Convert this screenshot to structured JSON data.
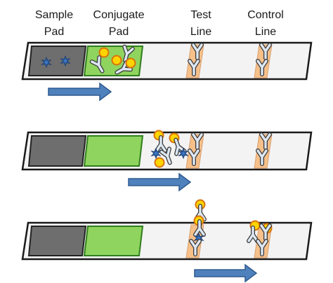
{
  "labels": {
    "sample_pad": [
      "Sample",
      "Pad"
    ],
    "conjugate_pad": [
      "Conjugate",
      "Pad"
    ],
    "test_line": [
      "Test",
      "Line"
    ],
    "control_line": [
      "Control",
      "Line"
    ]
  },
  "colors": {
    "strip_fill": "#f3f3f3",
    "strip_stroke": "#1a1a1a",
    "sample_pad": "#6e6e6e",
    "conjugate_pad": "#8fd45e",
    "line_band": "#f6c08a",
    "antibody": "#dde7f2",
    "antigen": "#2c5fa3",
    "gold": "#ffd400",
    "gold_ring": "#d9730c",
    "arrow": "#4f81bd",
    "arrow_stroke": "#2f5a8f"
  },
  "icons": [
    "antigen-star-icon",
    "antibody-y-icon",
    "gold-nanoparticle-icon",
    "flow-arrow-icon"
  ]
}
